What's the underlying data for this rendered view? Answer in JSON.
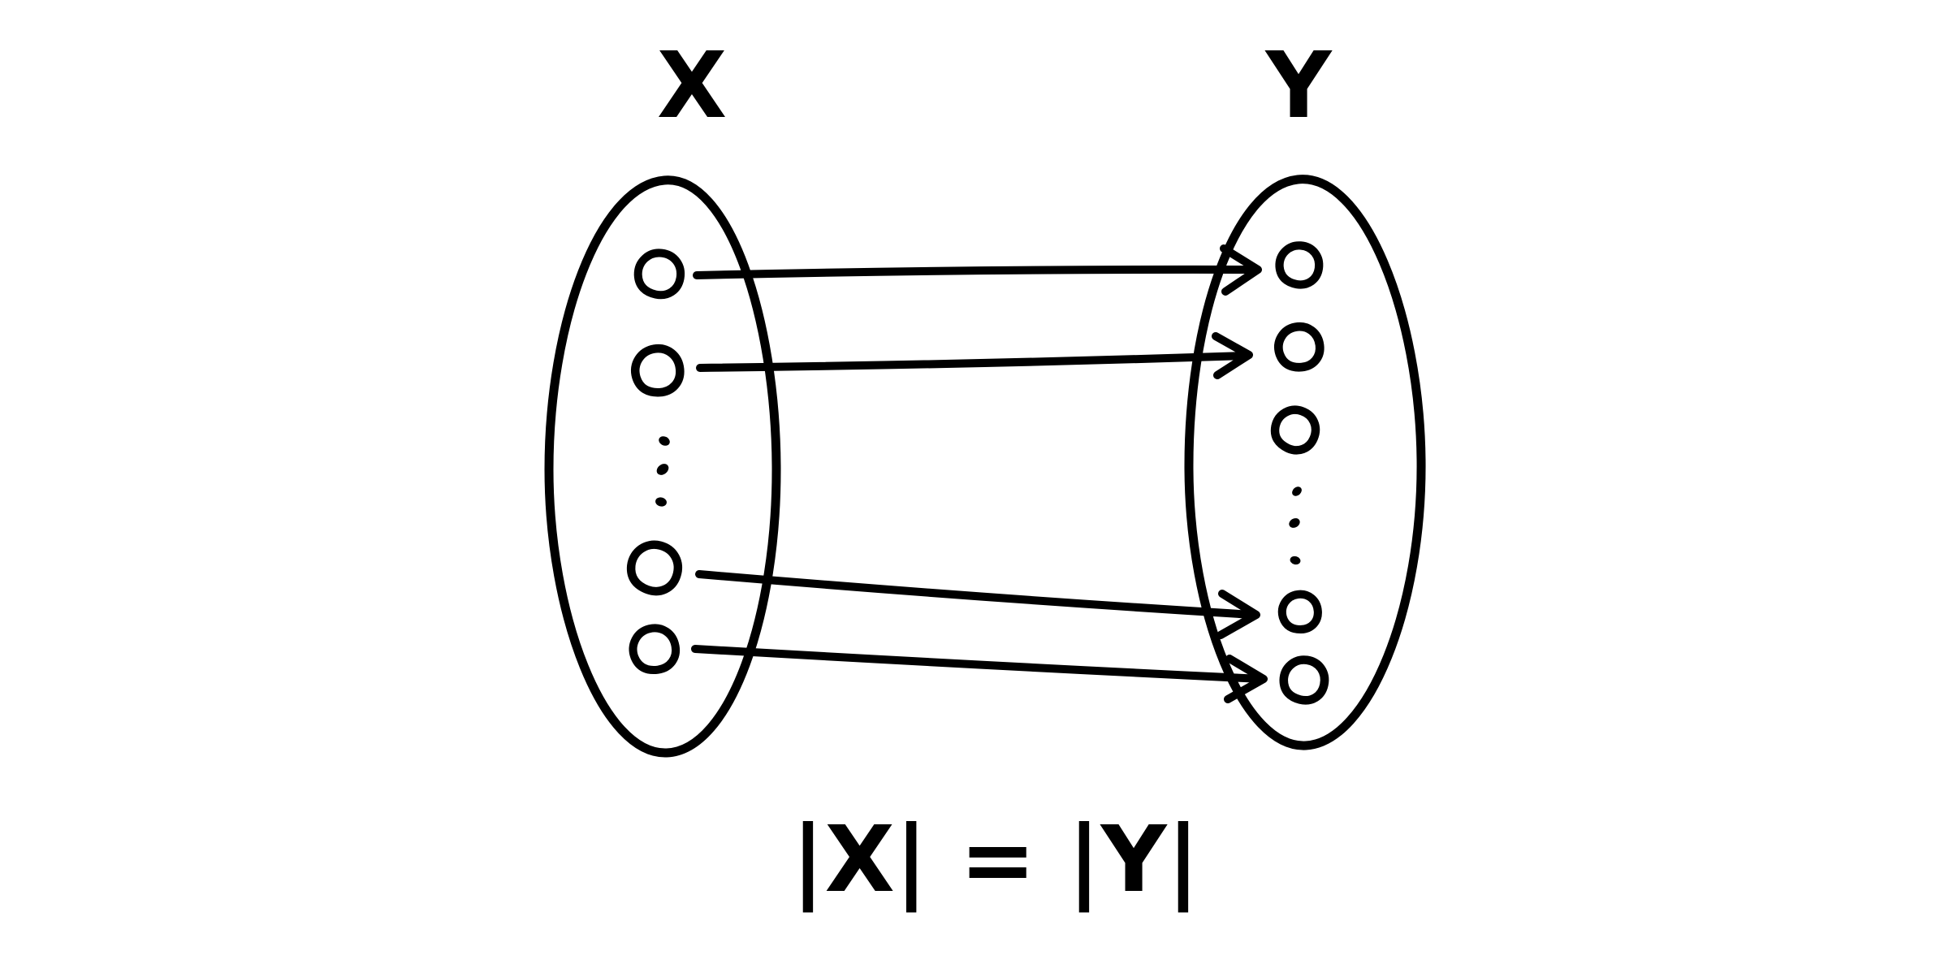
{
  "colors": {
    "ink": "#000000",
    "background": "#ffffff"
  },
  "diagram": {
    "type": "set-mapping-diagram",
    "style": "hand-drawn whiteboard sketch, black ink on white",
    "left_set": {
      "label": "X",
      "visible_element_count": 4,
      "ellipsis_dots": 3,
      "description": "oval containing two element circles, a vertical ellipsis, then two more element circles"
    },
    "right_set": {
      "label": "Y",
      "visible_element_count": 5,
      "ellipsis_dots": 3,
      "description": "oval containing three element circles, a vertical ellipsis, then two more element circles"
    },
    "arrows": [
      {
        "from": "X element 1",
        "to": "Y element 1"
      },
      {
        "from": "X element 2",
        "to": "Y element 2"
      },
      {
        "from": "X element 4",
        "to": "Y element 4"
      },
      {
        "from": "X element 5",
        "to": "Y element 5"
      }
    ],
    "caption": "|X| = |Y|"
  }
}
